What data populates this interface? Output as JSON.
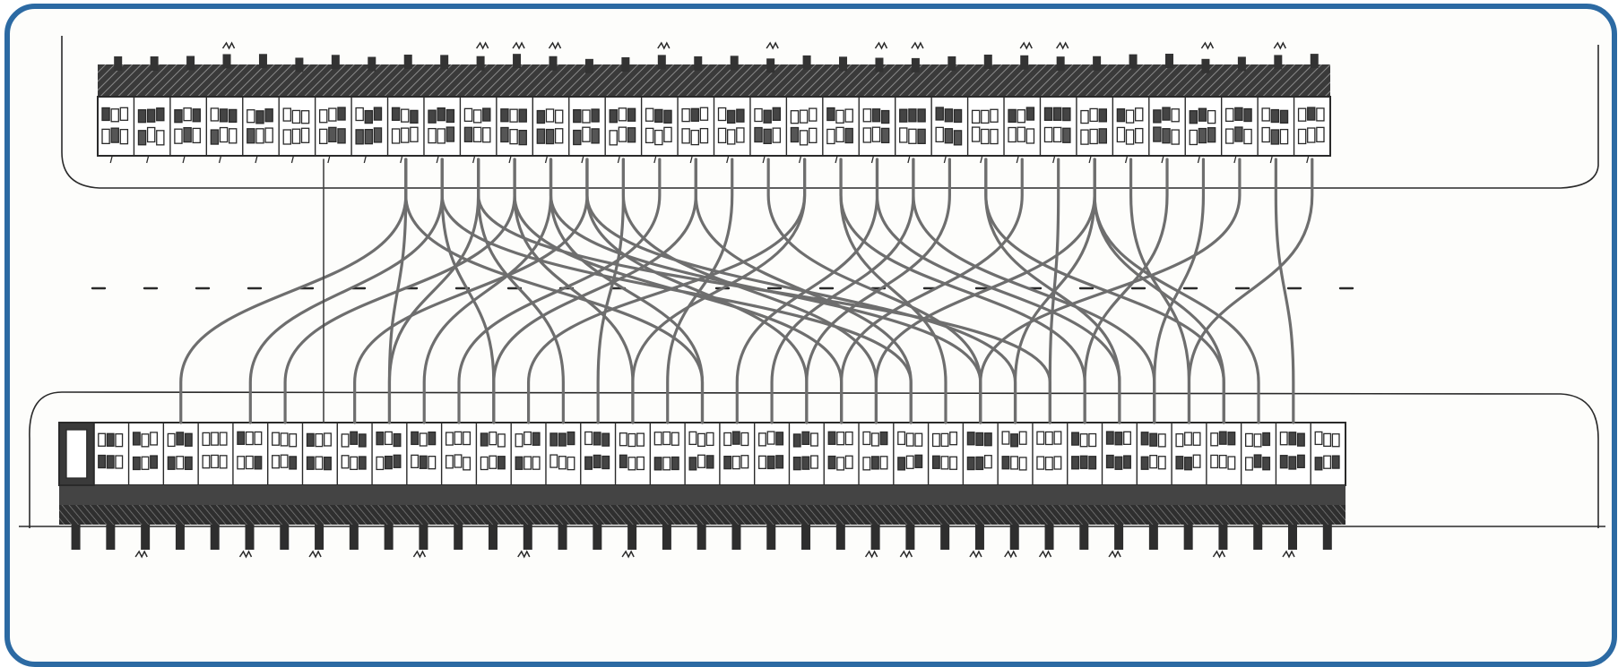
{
  "colors": {
    "frame_border": "#2c6aa3",
    "ink": "#2a2a2a",
    "connection_gray": "#6e6e6e",
    "paper": "#fdfdfb"
  },
  "street": {
    "top_row": {
      "house_count": 34
    },
    "bottom_row": {
      "house_count": 37
    },
    "center_line": "dashed"
  },
  "connections": [
    [
      8,
      9
    ],
    [
      8,
      3
    ],
    [
      9,
      12
    ],
    [
      9,
      5
    ],
    [
      10,
      14
    ],
    [
      10,
      9
    ],
    [
      11,
      16
    ],
    [
      11,
      6
    ],
    [
      12,
      18
    ],
    [
      12,
      10
    ],
    [
      13,
      21
    ],
    [
      13,
      8
    ],
    [
      14,
      23
    ],
    [
      14,
      15
    ],
    [
      15,
      11
    ],
    [
      16,
      24
    ],
    [
      17,
      17
    ],
    [
      18,
      26
    ],
    [
      19,
      13
    ],
    [
      20,
      25
    ],
    [
      20,
      29
    ],
    [
      21,
      19
    ],
    [
      22,
      20
    ],
    [
      22,
      31
    ],
    [
      23,
      21
    ],
    [
      24,
      30
    ],
    [
      25,
      22
    ],
    [
      26,
      28
    ],
    [
      27,
      27
    ],
    [
      27,
      34
    ],
    [
      27,
      33
    ],
    [
      27,
      23
    ],
    [
      28,
      32
    ],
    [
      29,
      29
    ],
    [
      30,
      31
    ],
    [
      31,
      26
    ],
    [
      32,
      35
    ],
    [
      33,
      32
    ],
    [
      12,
      26
    ],
    [
      9,
      24
    ],
    [
      11,
      22
    ],
    [
      13,
      27
    ],
    [
      8,
      18
    ],
    [
      10,
      28
    ],
    [
      21,
      30
    ],
    [
      19,
      16
    ],
    [
      16,
      12
    ],
    [
      24,
      33
    ]
  ]
}
